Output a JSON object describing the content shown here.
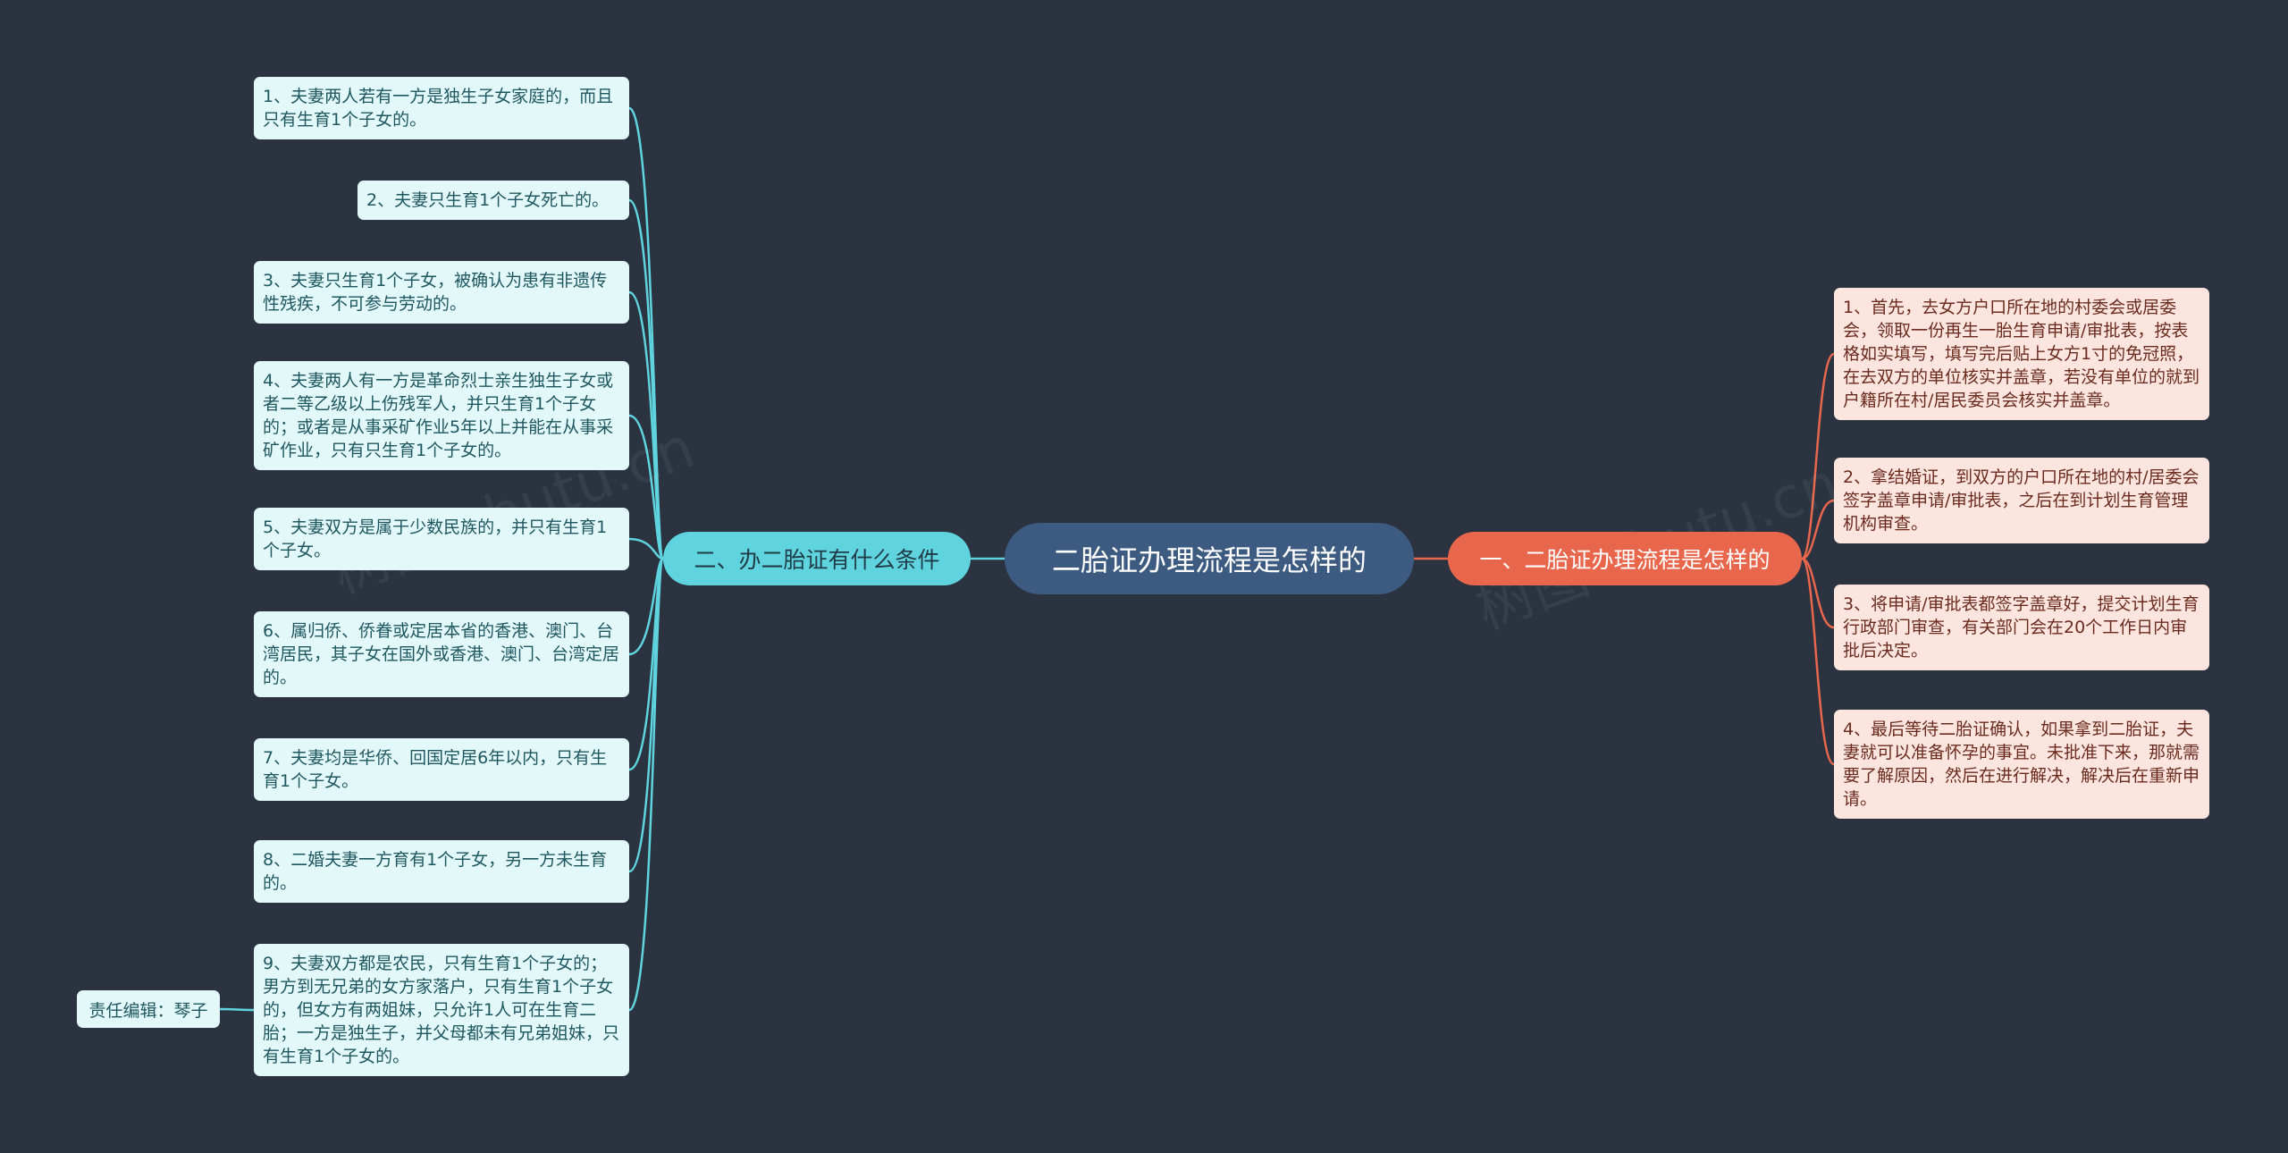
{
  "mindmap": {
    "root": "二胎证办理流程是怎样的",
    "left_branch": {
      "label": "二、办二胎证有什么条件",
      "color": "#5fd4de",
      "items": [
        "1、夫妻两人若有一方是独生子女家庭的，而且只有生育1个子女的。",
        "2、夫妻只生育1个子女死亡的。",
        "3、夫妻只生育1个子女，被确认为患有非遗传性残疾，不可参与劳动的。",
        "4、夫妻两人有一方是革命烈士亲生独生子女或者二等乙级以上伤残军人，并只生育1个子女的；或者是从事采矿作业5年以上并能在从事采矿作业，只有只生育1个子女的。",
        "5、夫妻双方是属于少数民族的，并只有生育1个子女。",
        "6、属归侨、侨眷或定居本省的香港、澳门、台湾居民，其子女在国外或香港、澳门、台湾定居的。",
        "7、夫妻均是华侨、回国定居6年以内，只有生育1个子女。",
        "8、二婚夫妻一方育有1个子女，另一方未生育的。",
        "9、夫妻双方都是农民，只有生育1个子女的；男方到无兄弟的女方家落户，只有生育1个子女的，但女方有两姐妹，只允许1人可在生育二胎；一方是独生子，并父母都未有兄弟姐妹，只有生育1个子女的。"
      ]
    },
    "right_branch": {
      "label": "一、二胎证办理流程是怎样的",
      "color": "#e8674c",
      "items": [
        "1、首先，去女方户口所在地的村委会或居委会，领取一份再生一胎生育申请/审批表，按表格如实填写，填写完后贴上女方1寸的免冠照，在去双方的单位核实并盖章，若没有单位的就到户籍所在村/居民委员会核实并盖章。",
        "2、拿结婚证，到双方的户口所在地的村/居委会签字盖章申请/审批表，之后在到计划生育管理机构审查。",
        "3、将申请/审批表都签字盖章好，提交计划生育行政部门审查，有关部门会在20个工作日内审批后决定。",
        "4、最后等待二胎证确认，如果拿到二胎证，夫妻就可以准备怀孕的事宜。未批准下来，那就需要了解原因，然后在进行解决，解决后在重新申请。"
      ]
    },
    "editor_note": "责任编辑：琴子",
    "watermark": "树图 shutu.cn",
    "colors": {
      "background": "#2b3240",
      "root": "#3d5a80",
      "left_line": "#5fd4de",
      "right_line": "#e8674c"
    }
  }
}
